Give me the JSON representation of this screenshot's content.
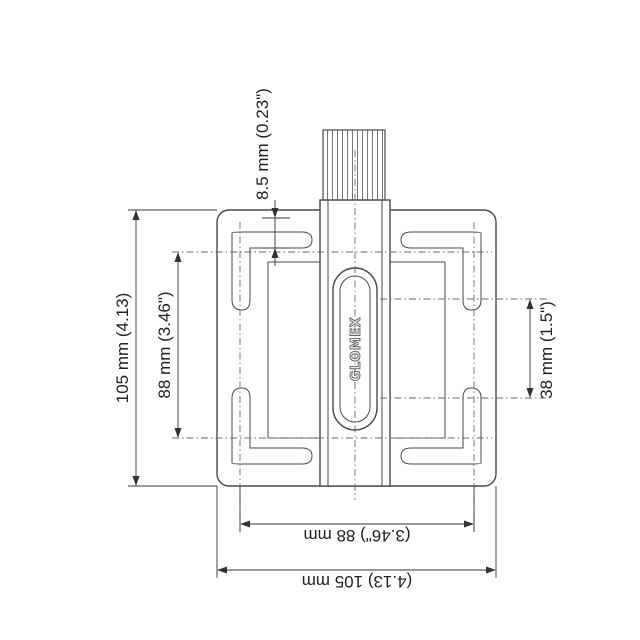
{
  "dimensions": {
    "thread_height": "8.5 mm  (0.23\")",
    "total_height": "105 mm (4.13)",
    "hole_spacing_vertical": "88 mm (3.46\")",
    "slot_spacing": "38 mm (1.5\")",
    "hole_spacing_horizontal": "(3.46\") 88 mm",
    "total_width": "(4.13) 105 mm"
  },
  "logo": {
    "text": "GLOMEX"
  }
}
